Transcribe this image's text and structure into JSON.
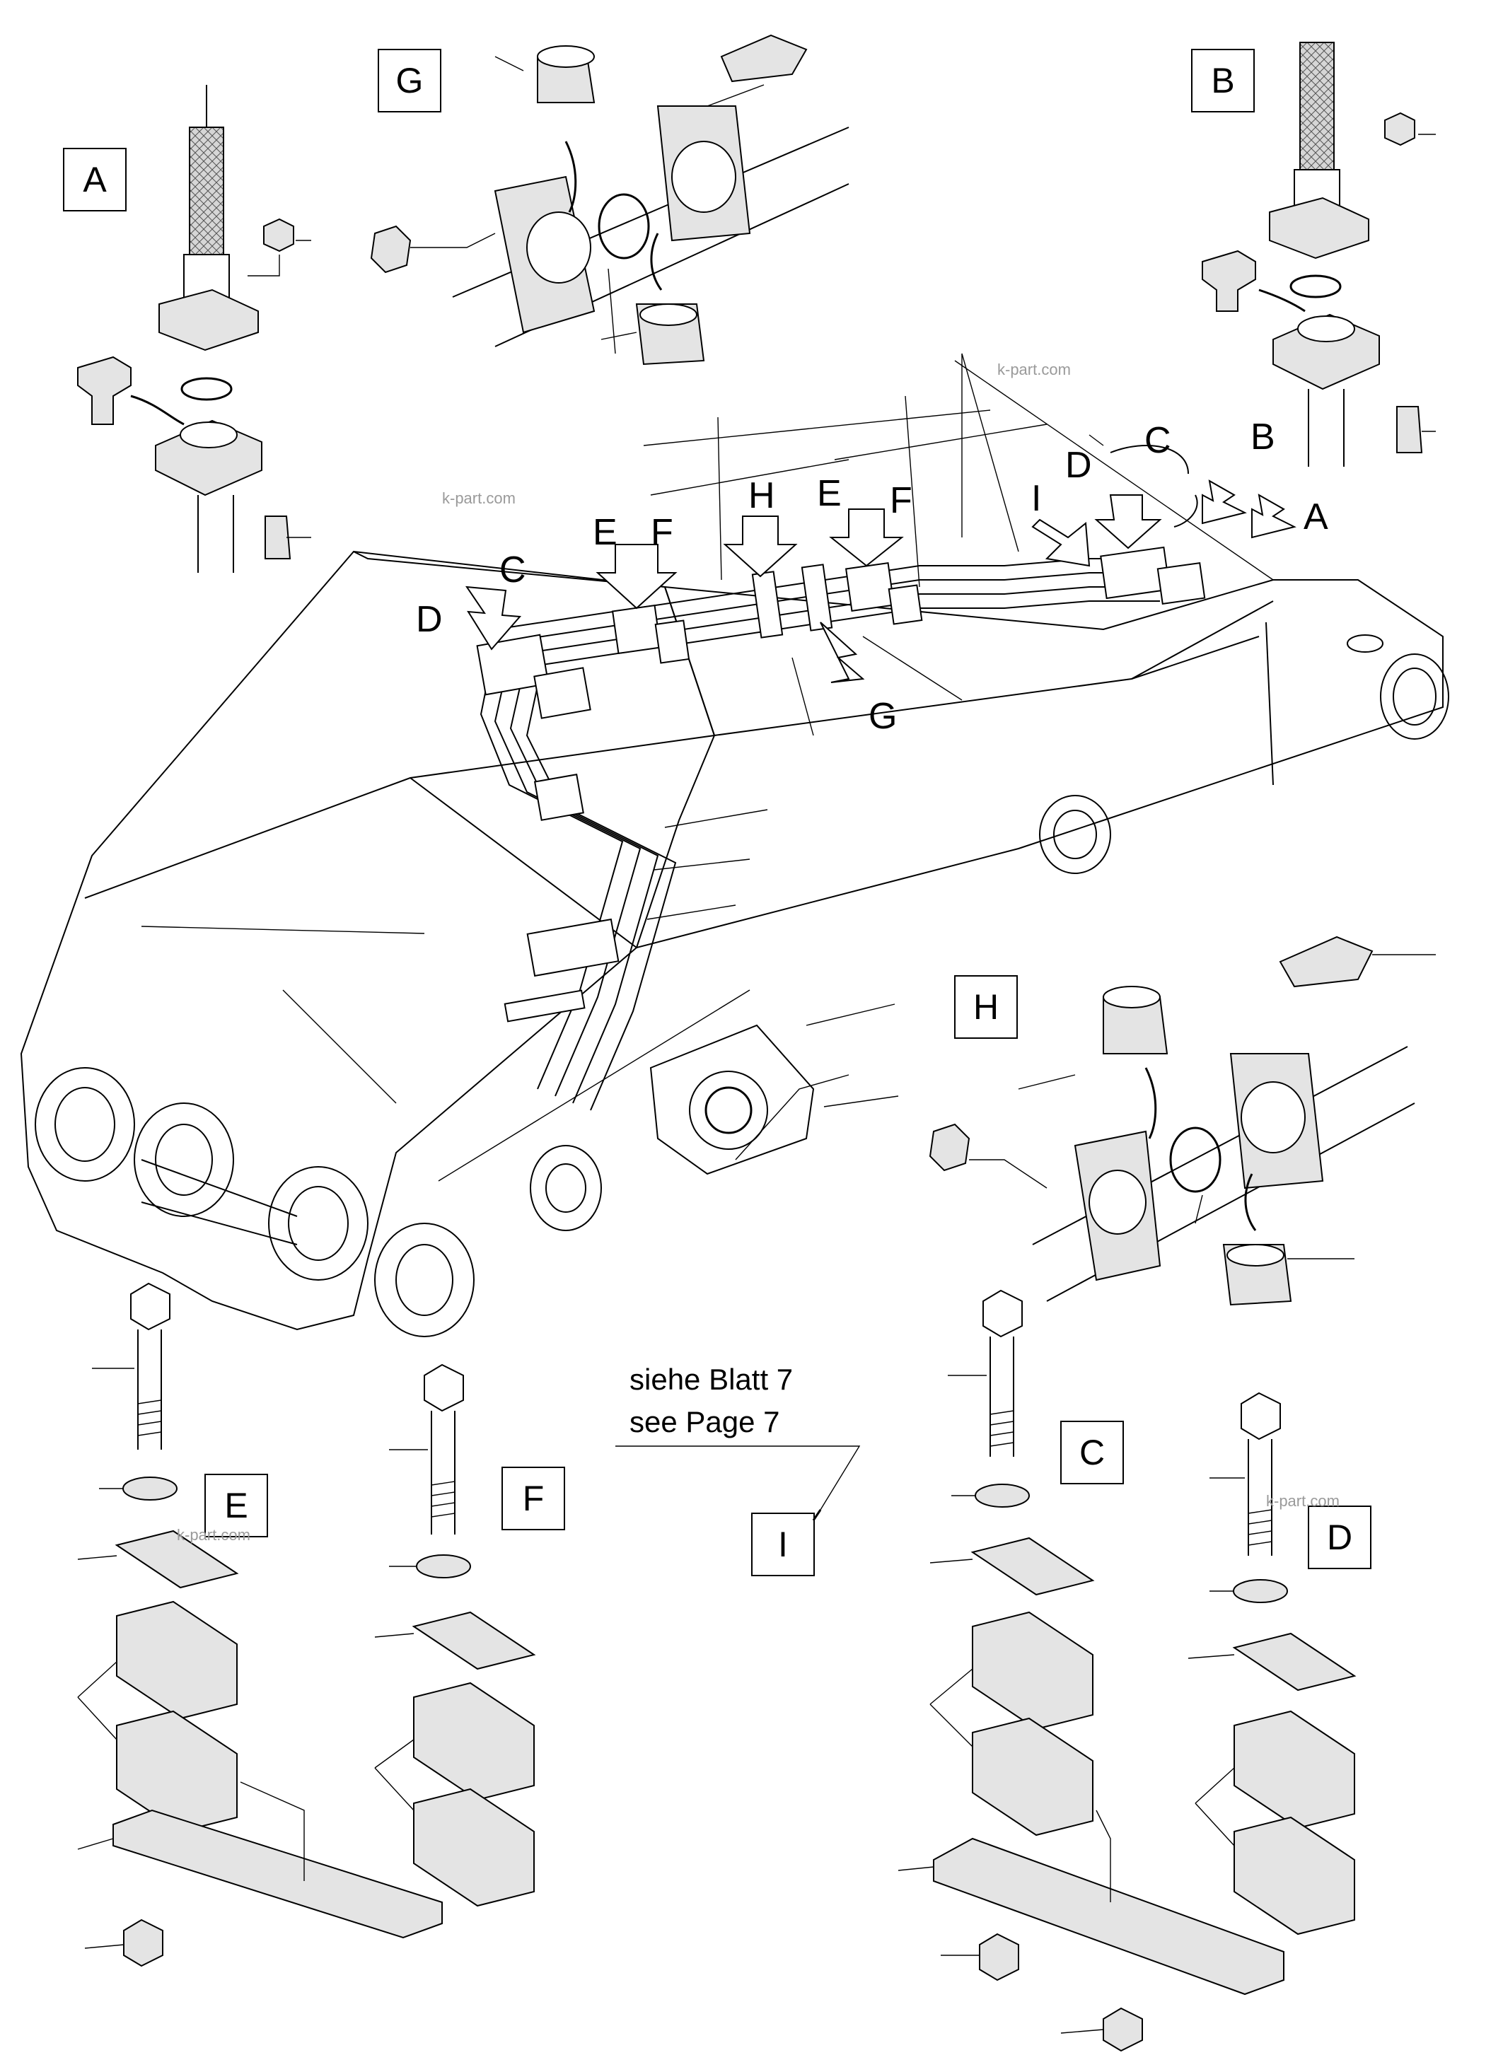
{
  "callouts": {
    "boom": {
      "A": "A",
      "B": "B",
      "C1": "C",
      "D1": "D",
      "C2": "C",
      "D2": "D",
      "E1": "E",
      "F1": "F",
      "E2": "E",
      "F2": "F",
      "G": "G",
      "H": "H",
      "I": "I"
    },
    "details": {
      "A": "A",
      "B": "B",
      "C": "C",
      "D": "D",
      "E": "E",
      "F": "F",
      "G": "G",
      "H": "H",
      "I": "I"
    }
  },
  "note": {
    "line1": "siehe Blatt  7",
    "line2": "see     Page 7"
  },
  "watermark": "k-part.com"
}
